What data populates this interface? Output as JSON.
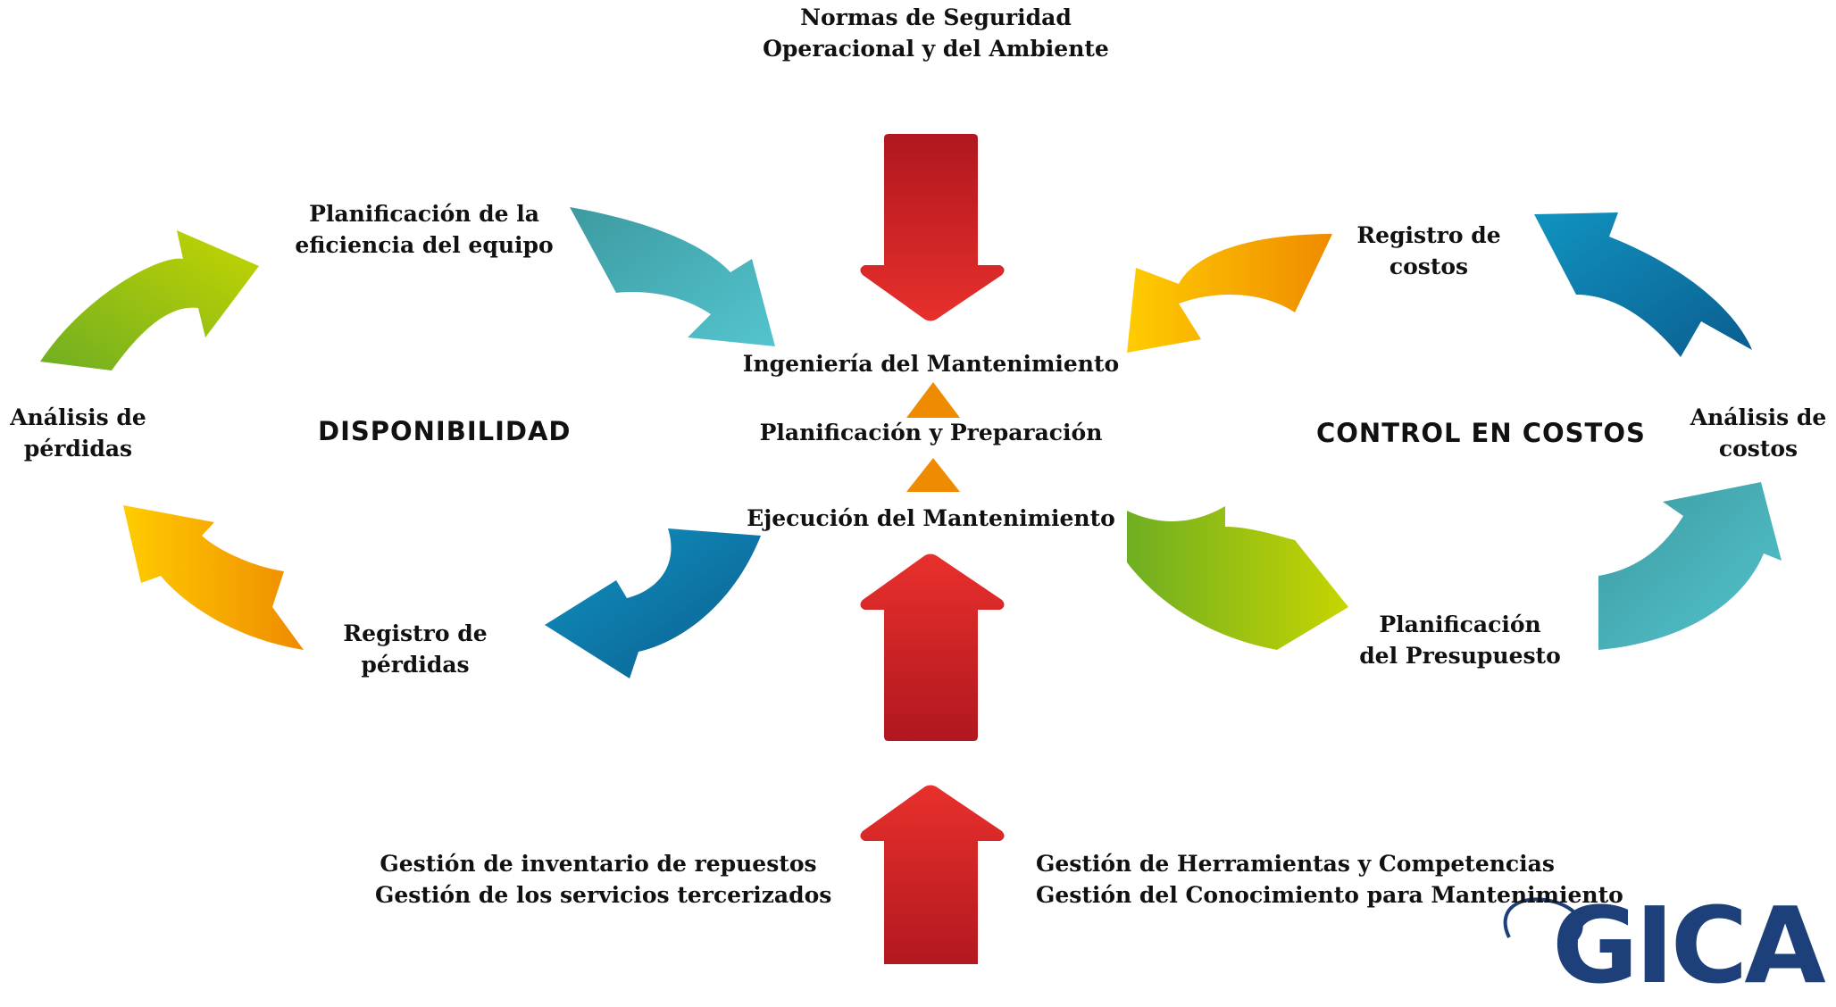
{
  "diagram": {
    "top": {
      "line1": "Normas de Seguridad",
      "line2": "Operacional y del Ambiente"
    },
    "center": {
      "engineering": "Ingeniería del Mantenimiento",
      "planning": "Planificación y Preparación",
      "execution": "Ejecución del Mantenimiento"
    },
    "left": {
      "heading": "DISPONIBILIDAD",
      "efficiency": {
        "line1": "Planificación de la",
        "line2": "eficiencia del equipo"
      },
      "analysis": {
        "line1": "Análisis de",
        "line2": "pérdidas"
      },
      "record": {
        "line1": "Registro de",
        "line2": "pérdidas"
      }
    },
    "right": {
      "heading": "CONTROL EN COSTOS",
      "record": {
        "line1": "Registro de",
        "line2": "costos"
      },
      "analysis": {
        "line1": "Análisis de",
        "line2": "costos"
      },
      "budget": {
        "line1": "Planificación",
        "line2": "del Presupuesto"
      }
    },
    "bottom_left": {
      "line1": "Gestión de inventario de repuestos",
      "line2": "Gestión de los servicios tercerizados"
    },
    "bottom_right": {
      "line1": "Gestión de Herramientas y Competencias",
      "line2": "Gestión del Conocimiento para Mantenimiento"
    }
  },
  "logo": {
    "text": "GICA"
  },
  "colors": {
    "red_light": "#e8302c",
    "red_dark": "#b0171f",
    "orange": "#ef8b00",
    "yellow": "#ffcc00",
    "teal_dark": "#3d9aa0",
    "teal_light": "#54c4cf",
    "blue_light": "#1193c0",
    "blue_dark": "#0a5d8f",
    "green_dark": "#6fae22",
    "green_light": "#c6d500",
    "logo": "#1d3f7a"
  }
}
